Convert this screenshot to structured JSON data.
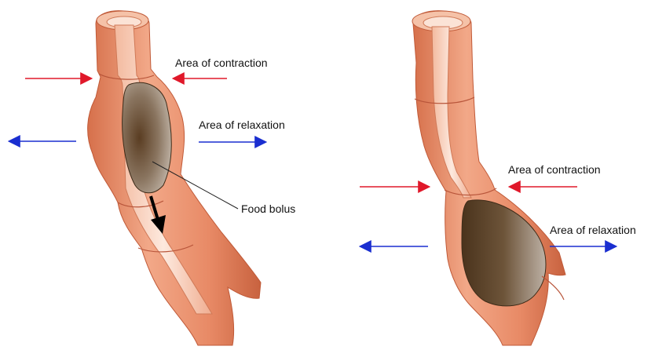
{
  "panels": [
    {
      "contraction_label": "Area of contraction",
      "relaxation_label": "Area of relaxation",
      "bolus_label": "Food bolus"
    },
    {
      "contraction_label": "Area of contraction",
      "relaxation_label": "Area of relaxation"
    }
  ],
  "colors": {
    "contraction_arrow": "#e0182a",
    "relaxation_arrow": "#1a2ed0",
    "wall_light": "#f7c9b0",
    "wall_mid": "#ec9877",
    "wall_dark": "#c8623f",
    "lumen": "#fbe6da",
    "bolus_light": "#a39382",
    "bolus_dark": "#5a4128"
  },
  "icons": {
    "contraction": "arrow-pointing-inward",
    "relaxation": "arrow-pointing-outward",
    "movement": "downward-arrow"
  }
}
